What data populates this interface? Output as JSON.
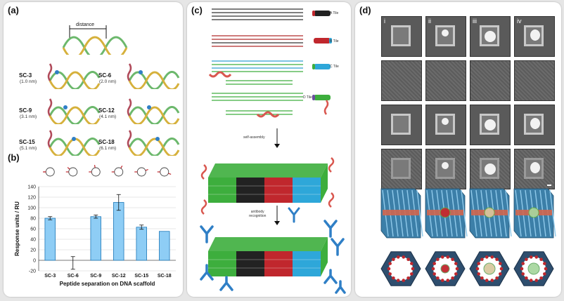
{
  "panel_a": {
    "label": "(a)",
    "distance_label": "distance",
    "constructs": [
      {
        "name": "SC-3",
        "distance": "(1.0 nm)"
      },
      {
        "name": "SC-6",
        "distance": "(2.0 nm)"
      },
      {
        "name": "SC-9",
        "distance": "(3.1 nm)"
      },
      {
        "name": "SC-12",
        "distance": "(4.1 nm)"
      },
      {
        "name": "SC-15",
        "distance": "(5.1 nm)"
      },
      {
        "name": "SC-18",
        "distance": "(6.1 nm)"
      }
    ]
  },
  "panel_b": {
    "label": "(b)"
  },
  "chart_data": {
    "type": "bar",
    "categories": [
      "SC-3",
      "SC-6",
      "SC-9",
      "SC-12",
      "SC-15",
      "SC-18"
    ],
    "values": [
      80,
      -5,
      83,
      110,
      63,
      55
    ],
    "errors": [
      3,
      12,
      3,
      15,
      4,
      0
    ],
    "xlabel": "Peptide separation on DNA scaffold",
    "ylabel": "Response units / RU",
    "ylim": [
      -20,
      140
    ],
    "yticks": [
      -20,
      0,
      20,
      40,
      60,
      80,
      100,
      120,
      140
    ],
    "grid": true,
    "bar_color": "#8ecdf5",
    "bar_edge": "#1e78b8"
  },
  "panel_c": {
    "label": "(c)",
    "tiles": [
      "A Tile",
      "B Tile",
      "C Tile",
      "D Tile"
    ],
    "step1": "self-assembly",
    "step2": "antibody\nrecognition"
  },
  "panel_d": {
    "label": "(d)",
    "columns": [
      "i",
      "ii",
      "iii",
      "iv"
    ]
  },
  "colors": {
    "tile_a": "#222222",
    "tile_b": "#c0272d",
    "tile_c": "#2ea7d9",
    "tile_d": "#3dae3d",
    "antibody": "#2f7fc6",
    "peptide": "#d9574f"
  }
}
